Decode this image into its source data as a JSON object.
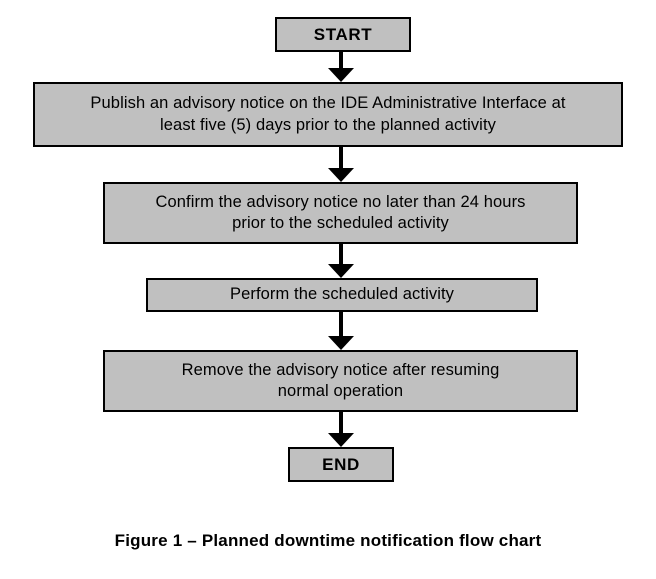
{
  "figure": {
    "caption": "Figure 1 – Planned downtime notification flow chart",
    "box_fill_color": "#c0c0c0",
    "box_border_color": "#000000",
    "text_color": "#000000",
    "background_color": "#ffffff"
  },
  "nodes": [
    {
      "id": "start",
      "type": "terminator",
      "label": "START"
    },
    {
      "id": "publish-advisory-notice",
      "type": "process",
      "label": "Publish an advisory notice on the IDE Administrative Interface at\nleast five (5) days prior to the planned activity"
    },
    {
      "id": "confirm-advisory-notice",
      "type": "process",
      "label": "Confirm the advisory notice no later than 24 hours\nprior to the scheduled activity"
    },
    {
      "id": "perform-scheduled-activity",
      "type": "process",
      "label": "Perform the scheduled activity"
    },
    {
      "id": "remove-advisory-notice",
      "type": "process",
      "label": "Remove the advisory notice after resuming\nnormal operation"
    },
    {
      "id": "end",
      "type": "terminator",
      "label": "END"
    }
  ],
  "connectors": [
    {
      "id": "start-to-publish",
      "from": "start",
      "to": "publish-advisory-notice"
    },
    {
      "id": "publish-to-confirm",
      "from": "publish-advisory-notice",
      "to": "confirm-advisory-notice"
    },
    {
      "id": "confirm-to-perform",
      "from": "confirm-advisory-notice",
      "to": "perform-scheduled-activity"
    },
    {
      "id": "perform-to-remove",
      "from": "perform-scheduled-activity",
      "to": "remove-advisory-notice"
    },
    {
      "id": "remove-to-end",
      "from": "remove-advisory-notice",
      "to": "end"
    }
  ]
}
